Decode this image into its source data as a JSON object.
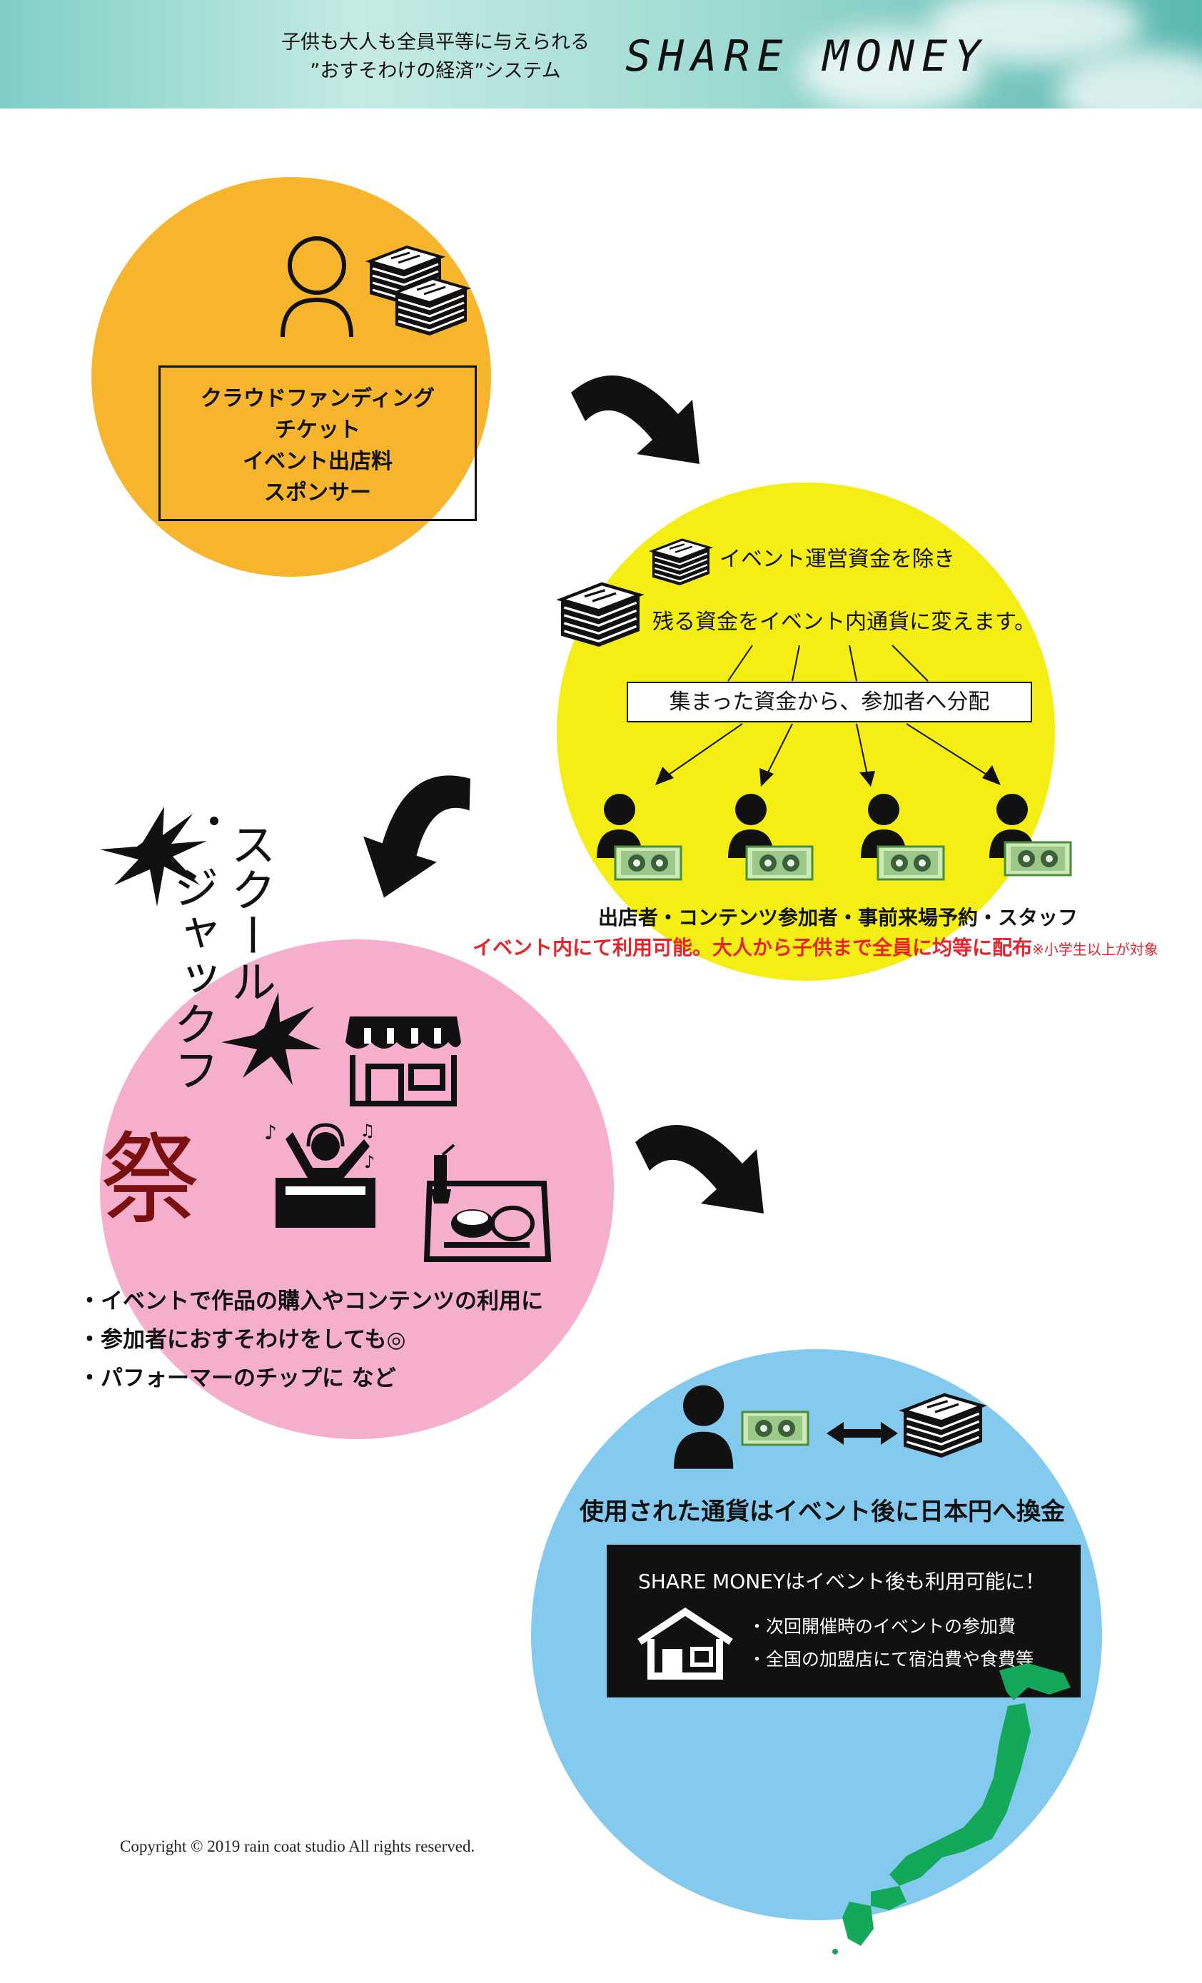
{
  "header": {
    "tagline_line1": "子供も大人も全員平等に与えられる",
    "tagline_line2": "”おすそわけの経済”システム",
    "logo": "SHARE MONEY"
  },
  "step1": {
    "items": [
      "クラウドファンディング",
      "チケット",
      "イベント出店料",
      "スポンサー"
    ]
  },
  "step2": {
    "line1": "イベント運営資金を除き",
    "line2": "残る資金をイベント内通貨に変えます。",
    "distribute": "集まった資金から、参加者へ分配",
    "participants": "出店者・コンテンツ参加者・事前来場予約・スタッフ",
    "note_red": "イベント内にて利用可能。大人から子供まで全員に均等に配布",
    "note_small": "※小学生以上が対象"
  },
  "step3": {
    "festival_title": "スクールジャックフ祭",
    "festival_line1": "スクール",
    "festival_line2": "ジャックフ",
    "festival_kanji": "祭",
    "bullets": [
      "・イベントで作品の購入やコンテンツの利用に",
      "・参加者におすそわけをしても◎",
      "・パフォーマーのチップに など"
    ]
  },
  "step4": {
    "exchange": "使用された通貨はイベント後に日本円へ換金",
    "box_title": "SHARE MONEYはイベント後も利用可能に！",
    "box_items": [
      "・次回開催時のイベントの参加費",
      "・全国の加盟店にて宿泊費や食費等"
    ]
  },
  "copyright": "Copyright © 2019 rain coat studio All rights reserved.",
  "colors": {
    "step1": "#f6b52d",
    "step2": "#f5ee14",
    "step3": "#f5aecb",
    "step4": "#84c9ee",
    "red_note": "#e5242b",
    "japan": "#14a85a",
    "festival_kanji": "#7a1010"
  },
  "icons": [
    "person-icon",
    "money-stack-icon",
    "arrow-curve-icon",
    "shop-icon",
    "dj-icon",
    "food-tray-icon",
    "house-icon",
    "exchange-arrow-icon",
    "banknote-icon",
    "japan-map"
  ]
}
